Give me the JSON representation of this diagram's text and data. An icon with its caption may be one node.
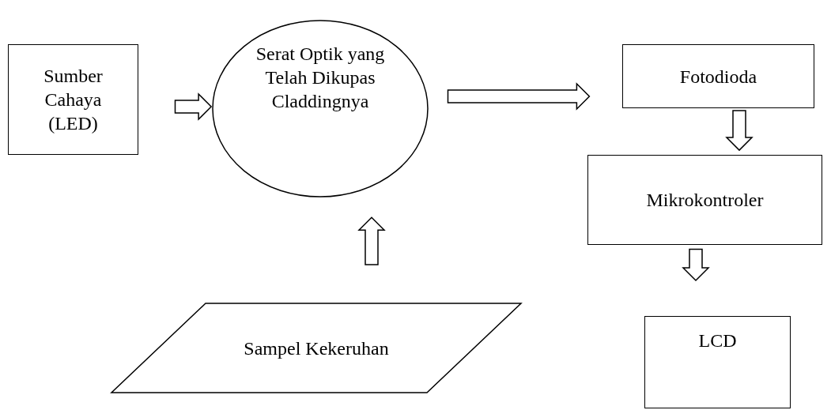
{
  "diagram": {
    "nodes": [
      {
        "text": [
          "Sumber Cahaya (LED)"
        ]
      },
      {
        "text": [
          "Serat Optik yang Telah Dikupas Claddingnya"
        ]
      },
      {
        "text": [
          "Fotodioda"
        ]
      },
      {
        "text": [
          "Mikrokontroler"
        ]
      },
      {
        "text": [
          "Sampel Kekeruhan"
        ]
      },
      {
        "text": [
          "LCD"
        ]
      }
    ],
    "edges": [
      {
        "from": 0,
        "to": 1,
        "arrow": "to"
      },
      {
        "from": 1,
        "to": 2,
        "arrow": "to"
      },
      {
        "from": 2,
        "to": 3,
        "arrow": "to"
      },
      {
        "from": 4,
        "to": 1,
        "arrow": "to"
      },
      {
        "from": 3,
        "to": 5,
        "arrow": "to"
      }
    ]
  }
}
